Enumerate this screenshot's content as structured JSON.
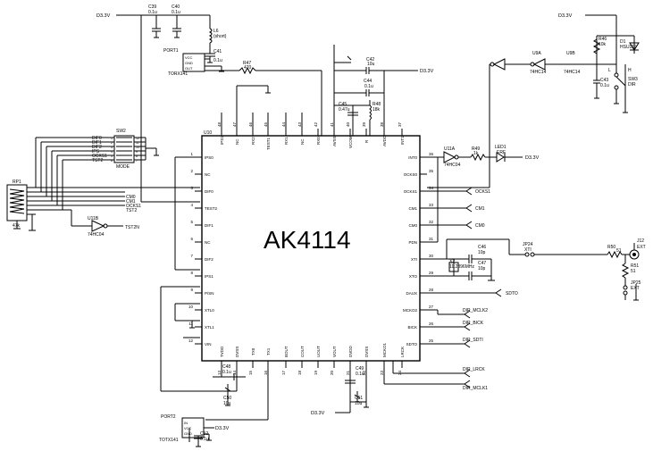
{
  "chip": {
    "name": "AK4114",
    "ref": "U10"
  },
  "supply": {
    "top_left": "D3.3V",
    "top_right": "D3.3V",
    "rx": "D3.3V",
    "bottom": "D3.3V",
    "led": "D3.3V",
    "port2": "D3.3V"
  },
  "left_pins": [
    {
      "num": "1",
      "name": "IPS0"
    },
    {
      "num": "2",
      "name": "NC"
    },
    {
      "num": "3",
      "name": "DIF0"
    },
    {
      "num": "4",
      "name": "TEST2"
    },
    {
      "num": "5",
      "name": "DIF1"
    },
    {
      "num": "6",
      "name": "NC"
    },
    {
      "num": "7",
      "name": "DIF2"
    },
    {
      "num": "8",
      "name": "IPS1"
    },
    {
      "num": "9",
      "name": "P/SN"
    },
    {
      "num": "10",
      "name": "XTL0"
    },
    {
      "num": "11",
      "name": "XTL1"
    },
    {
      "num": "12",
      "name": "VIN"
    }
  ],
  "right_pins": [
    {
      "num": "36",
      "name": "INT0"
    },
    {
      "num": "35",
      "name": "OCKS0"
    },
    {
      "num": "34",
      "name": "OCKS1"
    },
    {
      "num": "33",
      "name": "CM1"
    },
    {
      "num": "32",
      "name": "CM0"
    },
    {
      "num": "31",
      "name": "PDN"
    },
    {
      "num": "30",
      "name": "XTI"
    },
    {
      "num": "29",
      "name": "XTO"
    },
    {
      "num": "28",
      "name": "DAUX"
    },
    {
      "num": "27",
      "name": "MCKO2"
    },
    {
      "num": "26",
      "name": "BICK"
    },
    {
      "num": "25",
      "name": "SDTO"
    }
  ],
  "top_pins": [
    {
      "num": "48",
      "name": "IPS1"
    },
    {
      "num": "47",
      "name": "NC"
    },
    {
      "num": "46",
      "name": "RX2"
    },
    {
      "num": "45",
      "name": "TEST1"
    },
    {
      "num": "44",
      "name": "RX1"
    },
    {
      "num": "43",
      "name": "NC"
    },
    {
      "num": "42",
      "name": "RX0"
    },
    {
      "num": "41",
      "name": "AVSS"
    },
    {
      "num": "40",
      "name": "VCOM"
    },
    {
      "num": "39",
      "name": "R"
    },
    {
      "num": "38",
      "name": "AVDD"
    },
    {
      "num": "37",
      "name": "INT1"
    }
  ],
  "bottom_pins": [
    {
      "num": "13",
      "name": "TVDD"
    },
    {
      "num": "14",
      "name": "DVSS"
    },
    {
      "num": "15",
      "name": "TX0"
    },
    {
      "num": "16",
      "name": "TX1"
    },
    {
      "num": "17",
      "name": "BOUT"
    },
    {
      "num": "18",
      "name": "COUT"
    },
    {
      "num": "19",
      "name": "UOUT"
    },
    {
      "num": "20",
      "name": "VOUT"
    },
    {
      "num": "21",
      "name": "DVDD"
    },
    {
      "num": "22",
      "name": "DVSS"
    },
    {
      "num": "23",
      "name": "MCKO1"
    },
    {
      "num": "24",
      "name": "LRCK"
    }
  ],
  "components": {
    "c39": "C39",
    "c39v": "0.1u",
    "c40": "C40",
    "c40v": "0.1u",
    "l6": "L6",
    "l6v": "(short)",
    "c41": "C41",
    "c41v": "0.1u",
    "port1": "PORT1",
    "port1_type": "TORX141",
    "port1_pins": [
      "VCC",
      "GND",
      "OUT"
    ],
    "r47": "R47",
    "r47v": "470",
    "c42": "C42",
    "c42v": "10u",
    "c44": "C44",
    "c44v": "0.1u",
    "c45": "C45",
    "c45v": "0.47u",
    "r48": "R48",
    "r48v": "18k",
    "u9a": "U9A",
    "u9a_type": "74HC14",
    "u9b": "U9B",
    "u9b_type": "74HC14",
    "r46": "R46",
    "r46v": "10k",
    "d1": "D1",
    "d1_type": "HSU119",
    "c43": "C43",
    "c43v": "0.1u",
    "sw3": "SW3",
    "sw3_name": "DIR",
    "sw_l": "L",
    "sw_h": "H",
    "sw2": "SW2",
    "sw2_name": "MODE",
    "rp1": "RP1",
    "rp1v": "47k",
    "u11b": "U11B",
    "u11b_type": "74HC04",
    "u11a": "U11A",
    "u11a_type": "74HC04",
    "r49": "R49",
    "r49v": "1k",
    "led1": "LED1",
    "led1_name": "ERF",
    "x2": "X2",
    "x2v": "11.2896MHz",
    "c46": "C46",
    "c46v": "10p",
    "c47": "C47",
    "c47v": "10p",
    "jp24": "JP24",
    "jp24_name": "XTI",
    "r50": "R50",
    "r50v": "51",
    "r51": "R51",
    "r51v": "51",
    "j12": "J12",
    "j12_name": "EXT",
    "jp25": "JP25",
    "jp25_name": "EXT",
    "c48": "C48",
    "c48v": "0.1u",
    "c50": "C50",
    "c50v": "10u",
    "c49": "C49",
    "c49v": "0.1u",
    "c51": "C51",
    "c51v": "10u",
    "port2": "PORT2",
    "port2_type": "TOTX141",
    "port2_pins": [
      "IN",
      "VCC",
      "GND"
    ],
    "c52": "C52",
    "c52v": "0.1u"
  },
  "dip_signals": [
    "DIF0",
    "DIF1",
    "DIF2",
    "IPS",
    "OCKS1",
    "TST2"
  ],
  "dip_pins_left": [
    "1",
    "2",
    "3",
    "4",
    "5",
    "6"
  ],
  "dip_pins_right": [
    "12",
    "11",
    "10",
    "9",
    "8",
    "7"
  ],
  "left_nets": [
    "CM0",
    "CM1",
    "OCKS1",
    "TST2"
  ],
  "tst2n": "TST2N",
  "right_nets": {
    "ocks1": "OCKS1",
    "cm1": "CM1",
    "cm0": "CM0",
    "sdto": "SDTO",
    "mclk2": "DIR_MCLK2",
    "bick": "DIR_BICK",
    "sdti": "DIR_SDTI",
    "lrck": "DIR_LRCK",
    "mclk1": "DIR_MCLK1"
  }
}
